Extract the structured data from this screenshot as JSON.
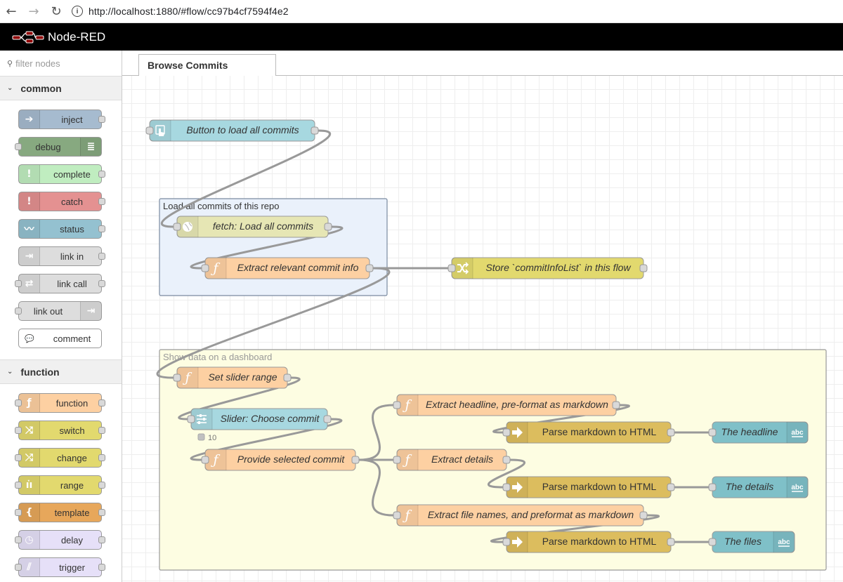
{
  "browser": {
    "url": "http://localhost:1880/#flow/cc97b4cf7594f4e2"
  },
  "header": {
    "title": "Node-RED"
  },
  "palette": {
    "search_placeholder": "filter nodes",
    "categories": [
      {
        "name": "common",
        "nodes": [
          {
            "label": "inject",
            "color": "#a6bbcf",
            "icon": "arrow-right-icon",
            "glyph": "➔",
            "iconSide": "left",
            "in": false,
            "out": true
          },
          {
            "label": "debug",
            "color": "#87a980",
            "icon": "list-icon",
            "glyph": "≣",
            "iconSide": "right",
            "in": true,
            "out": false
          },
          {
            "label": "complete",
            "color": "#c0edc0",
            "icon": "exclamation-icon",
            "glyph": "!",
            "iconSide": "left",
            "in": false,
            "out": true
          },
          {
            "label": "catch",
            "color": "#e49191",
            "icon": "exclamation-icon",
            "glyph": "!",
            "iconSide": "left",
            "in": false,
            "out": true
          },
          {
            "label": "status",
            "color": "#94c1d0",
            "icon": "pulse-icon",
            "glyph": "〰",
            "iconSide": "left",
            "in": false,
            "out": true
          },
          {
            "label": "link in",
            "color": "#dddddd",
            "icon": "link-in-icon",
            "glyph": "⇥",
            "iconSide": "left",
            "in": false,
            "out": true
          },
          {
            "label": "link call",
            "color": "#dddddd",
            "icon": "link-call-icon",
            "glyph": "⇄",
            "iconSide": "left",
            "in": true,
            "out": true
          },
          {
            "label": "link out",
            "color": "#dddddd",
            "icon": "link-out-icon",
            "glyph": "⇥",
            "iconSide": "right",
            "in": true,
            "out": false
          },
          {
            "label": "comment",
            "color": "#ffffff",
            "icon": "comment-icon",
            "glyph": "💬",
            "iconSide": "left",
            "in": false,
            "out": false
          }
        ]
      },
      {
        "name": "function",
        "nodes": [
          {
            "label": "function",
            "color": "#fdd0a2",
            "icon": "function-icon",
            "glyph": "ƒ",
            "iconSide": "left",
            "in": true,
            "out": true
          },
          {
            "label": "switch",
            "color": "#e2d96e",
            "icon": "switch-icon",
            "glyph": "⤨",
            "iconSide": "left",
            "in": true,
            "out": true
          },
          {
            "label": "change",
            "color": "#e2d96e",
            "icon": "shuffle-icon",
            "glyph": "⤮",
            "iconSide": "left",
            "in": true,
            "out": true
          },
          {
            "label": "range",
            "color": "#e2d96e",
            "icon": "range-icon",
            "glyph": "ı͘ı",
            "iconSide": "left",
            "in": true,
            "out": true
          },
          {
            "label": "template",
            "color": "#e7a75b",
            "icon": "template-icon",
            "glyph": "{",
            "iconSide": "left",
            "in": true,
            "out": true
          },
          {
            "label": "delay",
            "color": "#e6e0f8",
            "icon": "timer-icon",
            "glyph": "◷",
            "iconSide": "left",
            "in": true,
            "out": true
          },
          {
            "label": "trigger",
            "color": "#e6e0f8",
            "icon": "trigger-icon",
            "glyph": "⫽",
            "iconSide": "left",
            "in": true,
            "out": true
          }
        ]
      }
    ]
  },
  "workspace": {
    "tab_label": "Browse Commits",
    "groups": [
      {
        "id": "g1",
        "label": "Load all commits of this repo",
        "fill": "#eaf1fb",
        "stroke": "#7a8aa0",
        "labelColor": "#333333"
      },
      {
        "id": "g2",
        "label": "Show data on a dashboard",
        "fill": "#fdfde2",
        "stroke": "#999999",
        "labelColor": "#999999"
      }
    ],
    "nodes": [
      {
        "id": "n1",
        "label": "Button to load all commits",
        "color": "#a7d8e0",
        "icon": "button-hand-icon",
        "in": true,
        "out": true
      },
      {
        "id": "n2",
        "label": "fetch: Load all commits",
        "color": "#e6e6b4",
        "icon": "globe-icon",
        "in": true,
        "out": true
      },
      {
        "id": "n3",
        "label": "Extract relevant commit info",
        "color": "#fdd0a2",
        "icon": "function-icon",
        "in": true,
        "out": true
      },
      {
        "id": "n4",
        "label": "Store `commitInfoList` in this flow",
        "color": "#e2d96e",
        "icon": "shuffle-icon",
        "in": true,
        "out": true
      },
      {
        "id": "n5",
        "label": "Set slider range",
        "color": "#fdd0a2",
        "icon": "function-icon",
        "in": true,
        "out": true
      },
      {
        "id": "n6",
        "label": "Slider: Choose commit",
        "color": "#a7d8e0",
        "icon": "slider-icon",
        "in": true,
        "out": true,
        "status": "10"
      },
      {
        "id": "n7",
        "label": "Provide selected commit",
        "color": "#fdd0a2",
        "icon": "function-icon",
        "in": true,
        "out": true
      },
      {
        "id": "n8",
        "label": "Extract headline, pre-format as markdown",
        "color": "#fdd0a2",
        "icon": "function-icon",
        "in": true,
        "out": true
      },
      {
        "id": "n9",
        "label": "Parse markdown to HTML",
        "color": "#dcbd5e",
        "icon": "arrow-right-icon",
        "in": true,
        "out": true
      },
      {
        "id": "n10",
        "label": "The headline",
        "color": "#7fc0c8",
        "icon": "text-abc-icon",
        "in": true,
        "out": false
      },
      {
        "id": "n11",
        "label": "Extract details",
        "color": "#fdd0a2",
        "icon": "function-icon",
        "in": true,
        "out": true
      },
      {
        "id": "n12",
        "label": "Parse markdown to HTML",
        "color": "#dcbd5e",
        "icon": "arrow-right-icon",
        "in": true,
        "out": true
      },
      {
        "id": "n13",
        "label": "The details",
        "color": "#7fc0c8",
        "icon": "text-abc-icon",
        "in": true,
        "out": false
      },
      {
        "id": "n14",
        "label": "Extract file names, and preformat as markdown",
        "color": "#fdd0a2",
        "icon": "function-icon",
        "in": true,
        "out": true
      },
      {
        "id": "n15",
        "label": "Parse markdown to HTML",
        "color": "#dcbd5e",
        "icon": "arrow-right-icon",
        "in": true,
        "out": true
      },
      {
        "id": "n16",
        "label": "The files",
        "color": "#7fc0c8",
        "icon": "text-abc-icon",
        "in": true,
        "out": false
      }
    ],
    "wires": [
      [
        "n1",
        "n2"
      ],
      [
        "n2",
        "n3"
      ],
      [
        "n3",
        "n4"
      ],
      [
        "n3",
        "n5"
      ],
      [
        "n5",
        "n6"
      ],
      [
        "n6",
        "n7"
      ],
      [
        "n7",
        "n8"
      ],
      [
        "n7",
        "n11"
      ],
      [
        "n7",
        "n14"
      ],
      [
        "n8",
        "n9"
      ],
      [
        "n9",
        "n10"
      ],
      [
        "n11",
        "n12"
      ],
      [
        "n12",
        "n13"
      ],
      [
        "n14",
        "n15"
      ],
      [
        "n15",
        "n16"
      ]
    ]
  }
}
